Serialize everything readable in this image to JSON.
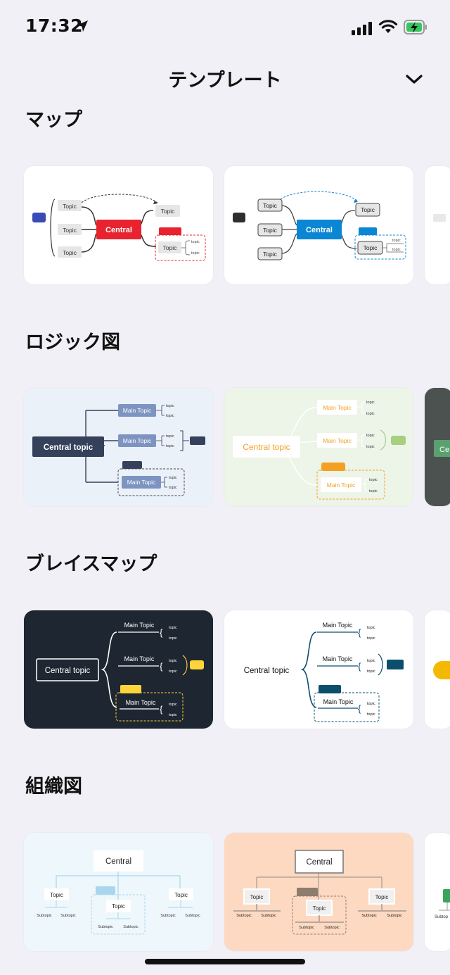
{
  "status_bar": {
    "time": "17:32"
  },
  "header": {
    "title": "テンプレート"
  },
  "sections": [
    {
      "title": "マップ"
    },
    {
      "title": "ロジック図"
    },
    {
      "title": "ブレイスマップ"
    },
    {
      "title": "組織図"
    }
  ],
  "templates": {
    "map1": {
      "central": "Central",
      "topic": "Topic",
      "subtopic": "topic"
    },
    "map2": {
      "central": "Central",
      "topic": "Topic",
      "subtopic": "topic"
    },
    "logic1": {
      "central": "Central topic",
      "main": "Main Topic",
      "sub": "topic"
    },
    "logic2": {
      "central": "Central topic",
      "main": "Main Topic",
      "sub": "topic"
    },
    "logic3": {
      "central": "Ce"
    },
    "brace1": {
      "central": "Central topic",
      "main": "Main Topic",
      "sub": "topic"
    },
    "brace2": {
      "central": "Central topic",
      "main": "Main Topic",
      "sub": "topic"
    },
    "org1": {
      "central": "Central",
      "topic": "Topic",
      "sub": "Subtopic"
    },
    "org2": {
      "central": "Central",
      "topic": "Topic",
      "sub": "Subtopic"
    },
    "org3": {
      "sub": "Subtop"
    }
  },
  "colors": {
    "background": "#f1f0f6",
    "map_red": "#e8232f",
    "map_blue": "#0a86d4",
    "logic_navy": "#35405a",
    "logic_orange": "#f3a024",
    "brace_dark": "#1d2631",
    "brace_yellow": "#ffd43b",
    "brace_teal": "#0b4f6c",
    "org_peach": "#fdd9c2"
  }
}
